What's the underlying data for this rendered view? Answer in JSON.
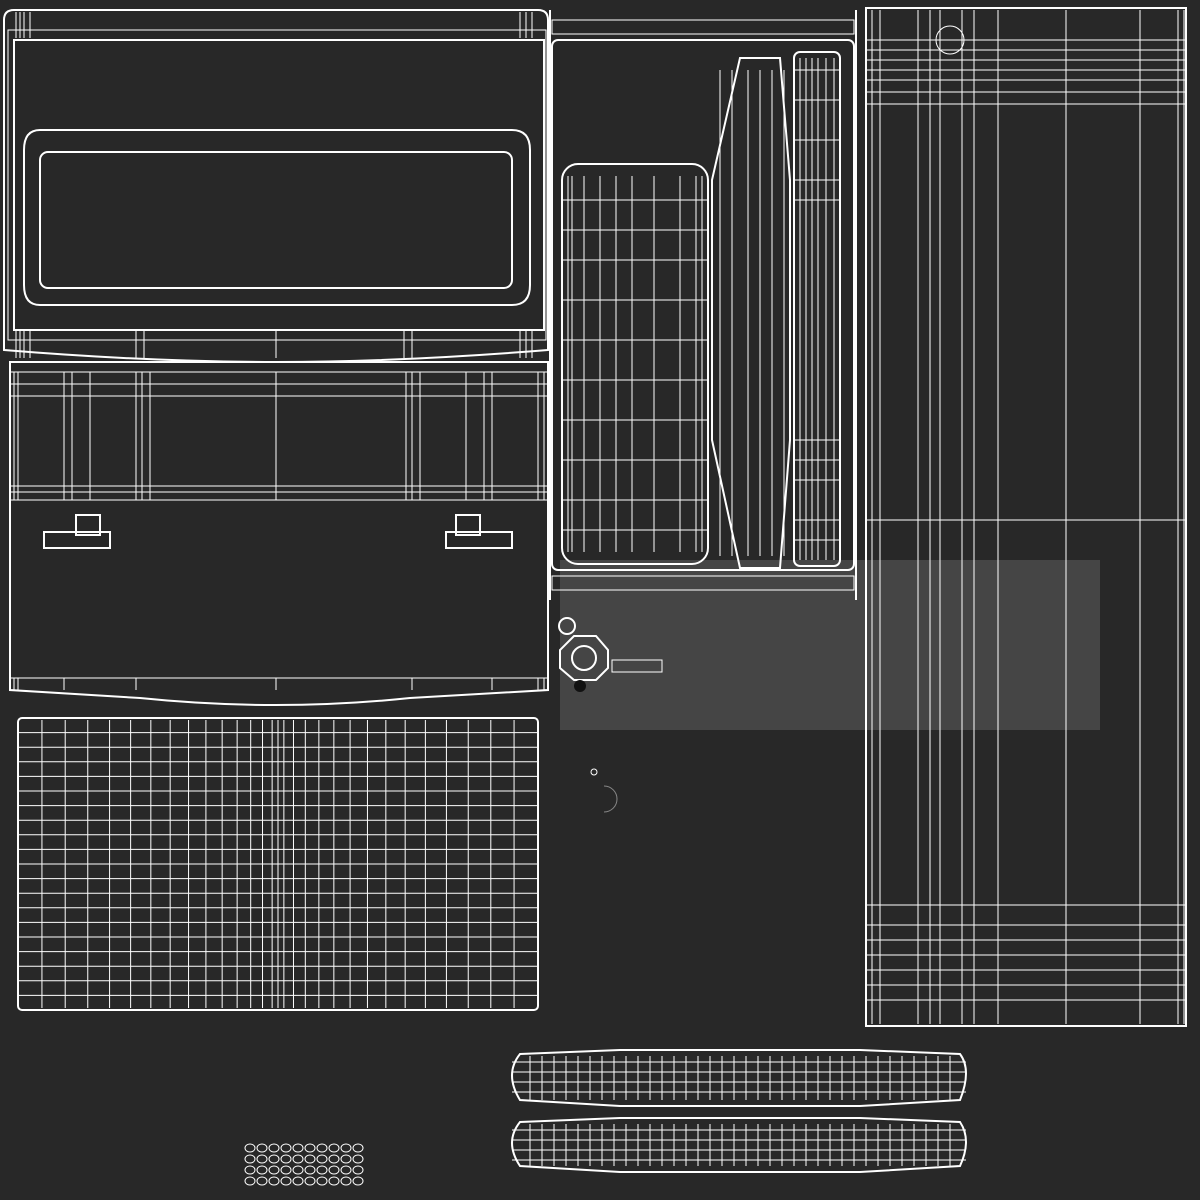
{
  "canvas": {
    "background_color": "#282828",
    "wire_color": "#ffffff",
    "texture_patch_color": "#4a4a4a"
  },
  "islands": [
    {
      "name": "front-panel-frame"
    },
    {
      "name": "front-panel-body"
    },
    {
      "name": "bottom-panel"
    },
    {
      "name": "side-panel"
    },
    {
      "name": "tall-side-panel"
    },
    {
      "name": "handle-upper"
    },
    {
      "name": "handle-lower"
    }
  ],
  "icons": [
    "power-icon",
    "knob-icon",
    "fan-icon",
    "rotate-icon"
  ]
}
